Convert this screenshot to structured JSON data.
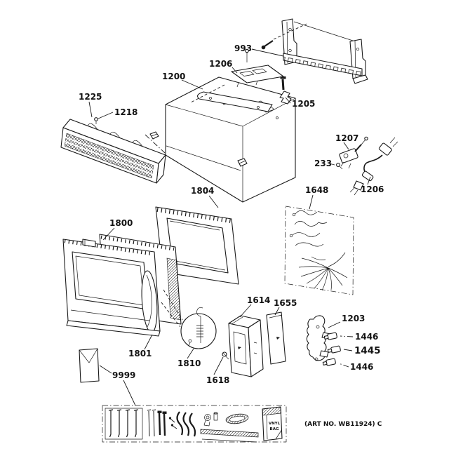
{
  "art_note": "(ART NO. WB11924) C",
  "bag": {
    "line1": "VNYL",
    "line2": "BAG"
  },
  "labels": {
    "l993": "993",
    "l1206_plate": "1206",
    "l1200": "1200",
    "l1205": "1205",
    "l1225": "1225",
    "l1218": "1218",
    "l1207": "1207",
    "l233": "233",
    "l1206_cord": "1206",
    "l1804": "1804",
    "l1648": "1648",
    "l1800": "1800",
    "l1801": "1801",
    "l1810": "1810",
    "l9999": "9999",
    "l1618": "1618",
    "l1614": "1614",
    "l1655": "1655",
    "l1203": "1203",
    "l1446a": "1446",
    "l1445": "1445",
    "l1446b": "1446"
  },
  "colors": {
    "ink": "#1a1a1a",
    "background": "#ffffff"
  }
}
